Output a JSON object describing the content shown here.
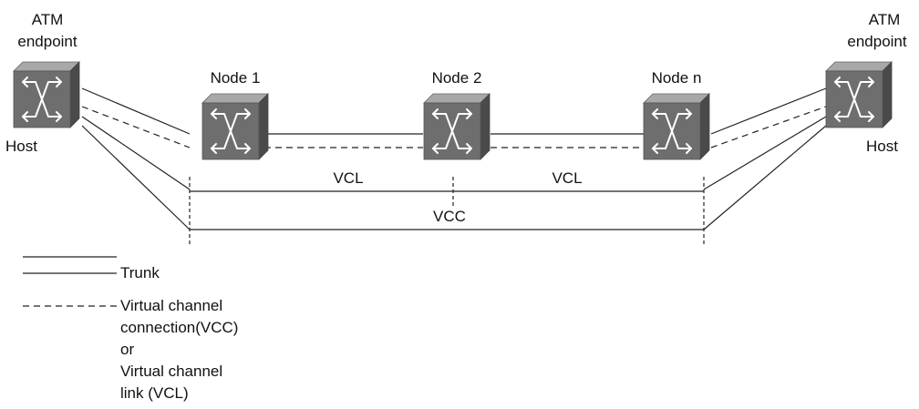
{
  "diagram": {
    "left_endpoint": {
      "title": "ATM",
      "subtitle": "endpoint",
      "role": "Host"
    },
    "right_endpoint": {
      "title": "ATM",
      "subtitle": "endpoint",
      "role": "Host"
    },
    "nodes": [
      {
        "label": "Node 1"
      },
      {
        "label": "Node 2"
      },
      {
        "label": "Node n"
      }
    ],
    "spans": {
      "vcl_left": "VCL",
      "vcl_right": "VCL",
      "vcc": "VCC"
    },
    "icon": "atm-switch-icon"
  },
  "legend": {
    "trunk_label": "Trunk",
    "vc_lines": [
      "Virtual channel",
      "connection(VCC)",
      "or",
      "Virtual channel",
      "link (VCL)"
    ]
  },
  "colors": {
    "cube_front": "#6e6e6e",
    "cube_top": "#a8a8a8",
    "cube_side": "#4a4a4a",
    "line": "#222222"
  }
}
